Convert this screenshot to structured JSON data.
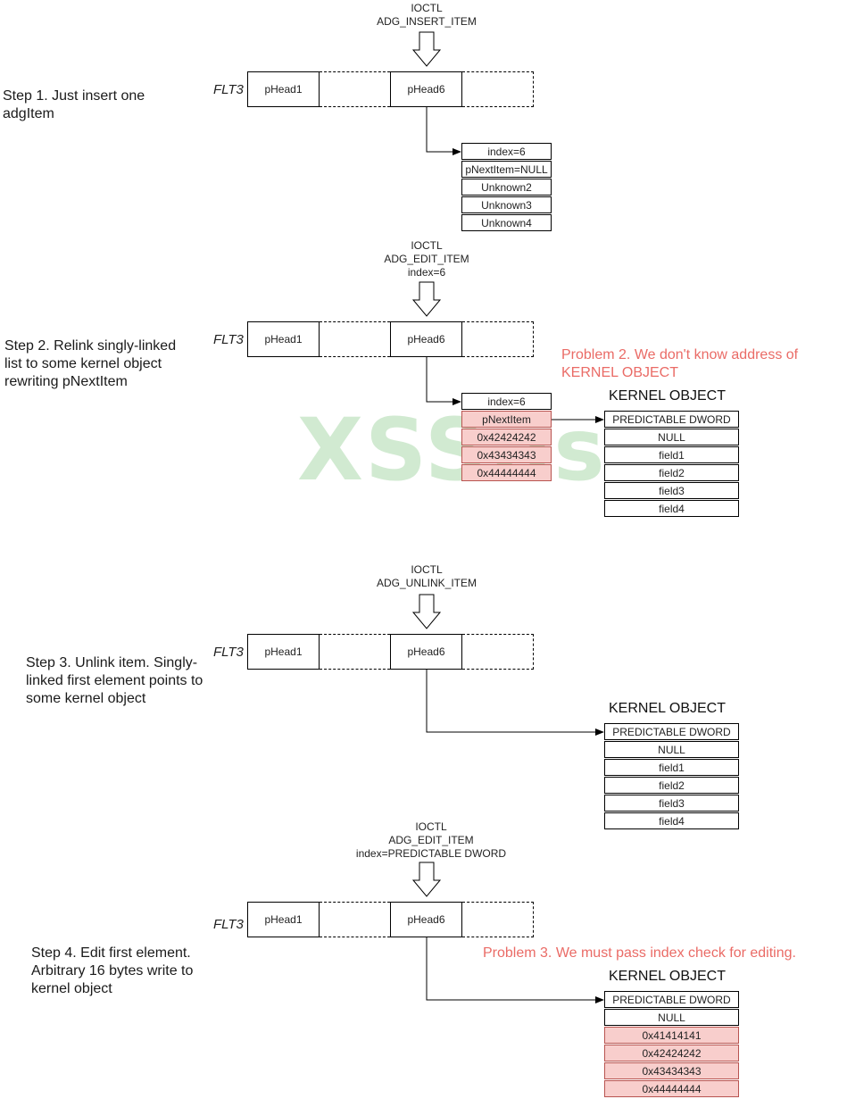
{
  "colors": {
    "highlight_fill": "#f8cecc",
    "highlight_border": "#b85450",
    "problem_text": "#ea6b66",
    "watermark": "#c9e7c9"
  },
  "watermark": "XSS.is",
  "steps": [
    {
      "ioctl": [
        "IOCTL",
        "ADG_INSERT_ITEM"
      ],
      "description": "Step 1. Just insert one\nadgItem",
      "flt_label": "FLT3",
      "heads": [
        "pHead1",
        "pHead6"
      ],
      "item_fields": [
        "index=6",
        "pNextItem=NULL",
        "Unknown2",
        "Unknown3",
        "Unknown4"
      ]
    },
    {
      "ioctl": [
        "IOCTL",
        "ADG_EDIT_ITEM",
        "index=6"
      ],
      "description": "Step 2. Relink singly-linked\nlist to some kernel object\nrewriting pNextItem",
      "flt_label": "FLT3",
      "heads": [
        "pHead1",
        "pHead6"
      ],
      "item_fields": [
        "index=6",
        "pNextItem",
        "0x42424242",
        "0x43434343",
        "0x44444444"
      ],
      "problem": "Problem 2. We don't know address of\nKERNEL OBJECT",
      "kernel_title": "KERNEL OBJECT",
      "kernel_fields": [
        "PREDICTABLE DWORD",
        "NULL",
        "field1",
        "field2",
        "field3",
        "field4"
      ]
    },
    {
      "ioctl": [
        "IOCTL",
        "ADG_UNLINK_ITEM"
      ],
      "description": "Step 3. Unlink item. Singly-\nlinked first element points to\nsome kernel object",
      "flt_label": "FLT3",
      "heads": [
        "pHead1",
        "pHead6"
      ],
      "kernel_title": "KERNEL OBJECT",
      "kernel_fields": [
        "PREDICTABLE DWORD",
        "NULL",
        "field1",
        "field2",
        "field3",
        "field4"
      ]
    },
    {
      "ioctl": [
        "IOCTL",
        "ADG_EDIT_ITEM",
        "index=PREDICTABLE DWORD"
      ],
      "description": "Step 4. Edit first element.\nArbitrary 16 bytes write to\nkernel object",
      "flt_label": "FLT3",
      "heads": [
        "pHead1",
        "pHead6"
      ],
      "problem": "Problem 3. We must pass index check for editing.",
      "kernel_title": "KERNEL OBJECT",
      "kernel_fields": [
        "PREDICTABLE DWORD",
        "NULL",
        "0x41414141",
        "0x42424242",
        "0x43434343",
        "0x44444444"
      ]
    }
  ]
}
